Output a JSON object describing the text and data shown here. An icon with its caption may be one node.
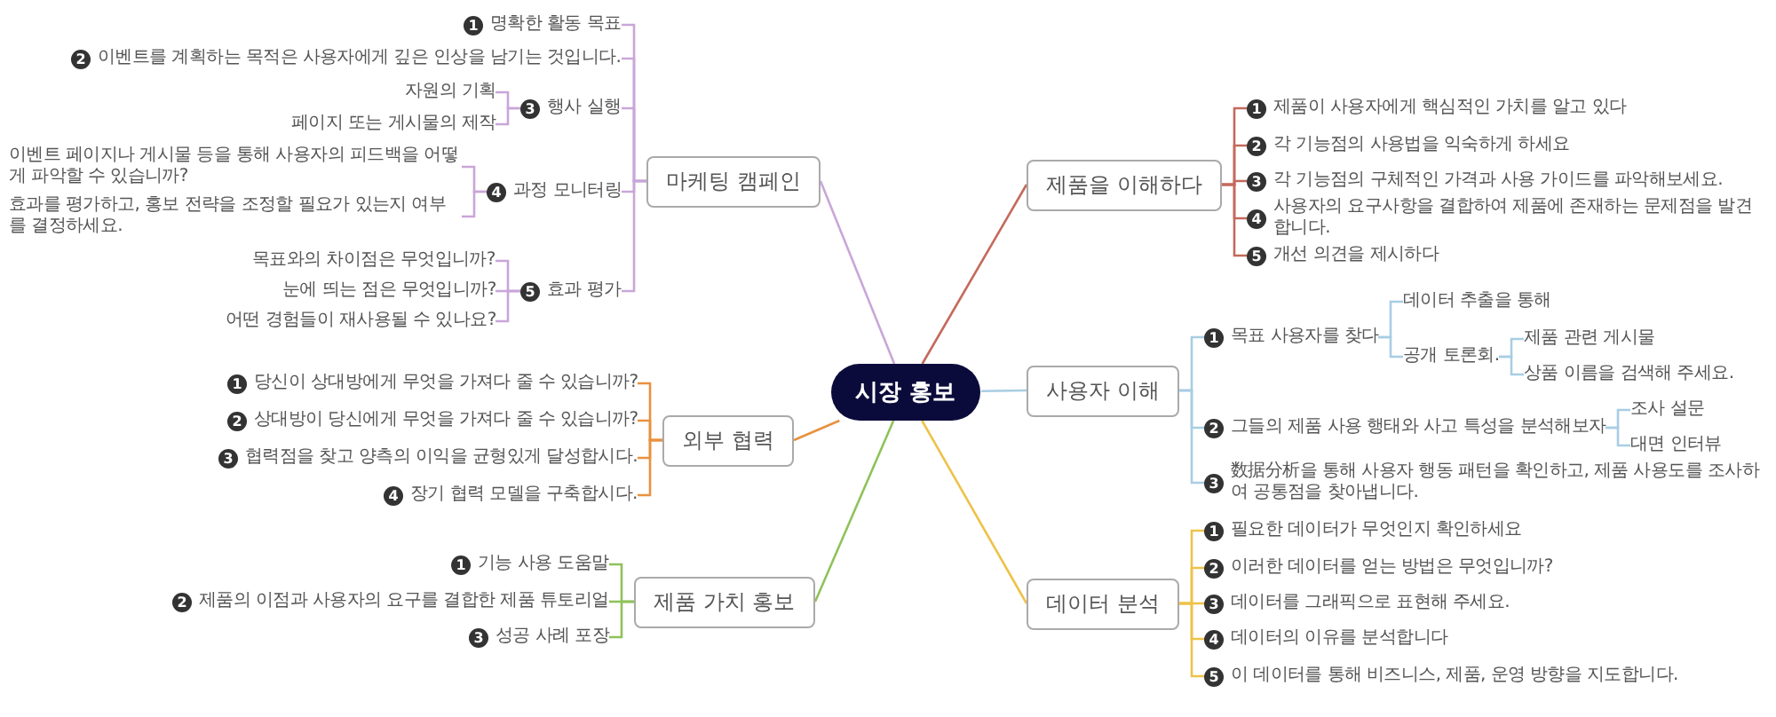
{
  "diagram": {
    "nodes": [
      {
        "text": [
          "시장 홍보"
        ]
      },
      {
        "text": [
          "마케팅 캠페인"
        ]
      },
      {
        "text": [
          "1",
          "명확한 활동 목표"
        ]
      },
      {
        "text": [
          "2",
          "이벤트를 계획하는 목적은 사용자에게 깊은 인상을 남기는 것입니다."
        ]
      },
      {
        "text": [
          "3",
          "행사 실행"
        ]
      },
      {
        "text": [
          "자원의 기획"
        ]
      },
      {
        "text": [
          "페이지 또는 게시물의 제작"
        ]
      },
      {
        "text": [
          "4",
          "과정 모니터링"
        ]
      },
      {
        "text": [
          "이벤트 페이지나 게시물 등을 통해 사용자의 피드백을 어떻게 파악할 수 있습니까?"
        ]
      },
      {
        "text": [
          "효과를 평가하고, 홍보 전략을 조정할 필요가 있는지 여부를 결정하세요."
        ]
      },
      {
        "text": [
          "5",
          "효과 평가"
        ]
      },
      {
        "text": [
          "목표와의 차이점은 무엇입니까?"
        ]
      },
      {
        "text": [
          "눈에 띄는 점은 무엇입니까?"
        ]
      },
      {
        "text": [
          "어떤 경험들이 재사용될 수 있나요?"
        ]
      },
      {
        "text": [
          "외부 협력"
        ]
      },
      {
        "text": [
          "1",
          "당신이 상대방에게 무엇을 가져다 줄 수 있습니까?"
        ]
      },
      {
        "text": [
          "2",
          "상대방이 당신에게 무엇을 가져다 줄 수 있습니까?"
        ]
      },
      {
        "text": [
          "3",
          "협력점을 찾고 양측의 이익을 균형있게 달성합시다."
        ]
      },
      {
        "text": [
          "4",
          "장기 협력 모델을 구축합시다."
        ]
      },
      {
        "text": [
          "제품 가치 홍보"
        ]
      },
      {
        "text": [
          "1",
          "기능 사용 도움말"
        ]
      },
      {
        "text": [
          "2",
          "제품의 이점과 사용자의 요구를 결합한 제품 튜토리얼"
        ]
      },
      {
        "text": [
          "3",
          "성공 사례 포장"
        ]
      },
      {
        "text": [
          "제품을 이해하다"
        ]
      },
      {
        "text": [
          "1",
          "제품이 사용자에게 핵심적인 가치를 알고 있다"
        ]
      },
      {
        "text": [
          "2",
          "각 기능점의 사용법을 익숙하게 하세요"
        ]
      },
      {
        "text": [
          "3",
          "각 기능점의 구체적인 가격과 사용 가이드를 파악해보세요."
        ]
      },
      {
        "text": [
          "4",
          "사용자의 요구사항을 결합하여 제품에 존재하는 문제점을 발견합니다."
        ]
      },
      {
        "text": [
          "5",
          "개선 의견을 제시하다"
        ]
      },
      {
        "text": [
          "사용자 이해"
        ]
      },
      {
        "text": [
          "1",
          "목표 사용자를 찾다"
        ]
      },
      {
        "text": [
          "데이터 추출을 통해"
        ]
      },
      {
        "text": [
          "공개 토론회."
        ]
      },
      {
        "text": [
          "제품 관련 게시물"
        ]
      },
      {
        "text": [
          "상품 이름을 검색해 주세요."
        ]
      },
      {
        "text": [
          "2",
          "그들의 제품 사용 행태와 사고 특성을 분석해보자"
        ]
      },
      {
        "text": [
          "조사 설문"
        ]
      },
      {
        "text": [
          "대면 인터뷰"
        ]
      },
      {
        "text": [
          "3",
          "数据分析을 통해 사용자 행동 패턴을 확인하고, 제품 사용도를 조사하여 공통점을 찾아냅니다."
        ]
      },
      {
        "text": [
          "데이터 분석"
        ]
      },
      {
        "text": [
          "1",
          "필요한 데이터가 무엇인지 확인하세요"
        ]
      },
      {
        "text": [
          "2",
          "이러한 데이터를 얻는 방법은 무엇입니까?"
        ]
      },
      {
        "text": [
          "3",
          "데이터를 그래픽으로 표현해 주세요."
        ]
      },
      {
        "text": [
          "4",
          "데이터의 이유를 분석합니다"
        ]
      },
      {
        "text": [
          "5",
          "이 데이터를 통해 비즈니스, 제품, 운영 방향을 지도합니다."
        ]
      }
    ],
    "edges": [
      {
        "from": 0,
        "to": 1,
        "arrow": "none",
        "color": "#c9a6d9"
      },
      {
        "from": 1,
        "to": 2,
        "arrow": "none",
        "color": "#c9a6d9"
      },
      {
        "from": 1,
        "to": 3,
        "arrow": "none",
        "color": "#c9a6d9"
      },
      {
        "from": 1,
        "to": 4,
        "arrow": "none",
        "color": "#c9a6d9"
      },
      {
        "from": 4,
        "to": 5,
        "arrow": "none",
        "color": "#c9a6d9"
      },
      {
        "from": 4,
        "to": 6,
        "arrow": "none",
        "color": "#c9a6d9"
      },
      {
        "from": 1,
        "to": 7,
        "arrow": "none",
        "color": "#c9a6d9"
      },
      {
        "from": 7,
        "to": 8,
        "arrow": "none",
        "color": "#c9a6d9"
      },
      {
        "from": 7,
        "to": 9,
        "arrow": "none",
        "color": "#c9a6d9"
      },
      {
        "from": 1,
        "to": 10,
        "arrow": "none",
        "color": "#c9a6d9"
      },
      {
        "from": 10,
        "to": 11,
        "arrow": "none",
        "color": "#c9a6d9"
      },
      {
        "from": 10,
        "to": 12,
        "arrow": "none",
        "color": "#c9a6d9"
      },
      {
        "from": 10,
        "to": 13,
        "arrow": "none",
        "color": "#c9a6d9"
      },
      {
        "from": 0,
        "to": 14,
        "arrow": "none",
        "color": "#e8913f"
      },
      {
        "from": 14,
        "to": 15,
        "arrow": "none",
        "color": "#e8913f"
      },
      {
        "from": 14,
        "to": 16,
        "arrow": "none",
        "color": "#e8913f"
      },
      {
        "from": 14,
        "to": 17,
        "arrow": "none",
        "color": "#e8913f"
      },
      {
        "from": 14,
        "to": 18,
        "arrow": "none",
        "color": "#e8913f"
      },
      {
        "from": 0,
        "to": 19,
        "arrow": "none",
        "color": "#8fc25a"
      },
      {
        "from": 19,
        "to": 20,
        "arrow": "none",
        "color": "#8fc25a"
      },
      {
        "from": 19,
        "to": 21,
        "arrow": "none",
        "color": "#8fc25a"
      },
      {
        "from": 19,
        "to": 22,
        "arrow": "none",
        "color": "#8fc25a"
      },
      {
        "from": 0,
        "to": 23,
        "arrow": "none",
        "color": "#c46a5c"
      },
      {
        "from": 23,
        "to": 24,
        "arrow": "none",
        "color": "#c46a5c"
      },
      {
        "from": 23,
        "to": 25,
        "arrow": "none",
        "color": "#c46a5c"
      },
      {
        "from": 23,
        "to": 26,
        "arrow": "none",
        "color": "#c46a5c"
      },
      {
        "from": 23,
        "to": 27,
        "arrow": "none",
        "color": "#c46a5c"
      },
      {
        "from": 23,
        "to": 28,
        "arrow": "none",
        "color": "#c46a5c"
      },
      {
        "from": 0,
        "to": 29,
        "arrow": "none",
        "color": "#a8cde3"
      },
      {
        "from": 29,
        "to": 30,
        "arrow": "none",
        "color": "#a8cde3"
      },
      {
        "from": 30,
        "to": 31,
        "arrow": "none",
        "color": "#a8cde3"
      },
      {
        "from": 30,
        "to": 32,
        "arrow": "none",
        "color": "#a8cde3"
      },
      {
        "from": 32,
        "to": 33,
        "arrow": "none",
        "color": "#a8cde3"
      },
      {
        "from": 32,
        "to": 34,
        "arrow": "none",
        "color": "#a8cde3"
      },
      {
        "from": 29,
        "to": 35,
        "arrow": "none",
        "color": "#a8cde3"
      },
      {
        "from": 35,
        "to": 36,
        "arrow": "none",
        "color": "#a8cde3"
      },
      {
        "from": 35,
        "to": 37,
        "arrow": "none",
        "color": "#a8cde3"
      },
      {
        "from": 29,
        "to": 38,
        "arrow": "none",
        "color": "#a8cde3"
      },
      {
        "from": 0,
        "to": 39,
        "arrow": "none",
        "color": "#eec24a"
      },
      {
        "from": 39,
        "to": 40,
        "arrow": "none",
        "color": "#eec24a"
      },
      {
        "from": 39,
        "to": 41,
        "arrow": "none",
        "color": "#eec24a"
      },
      {
        "from": 39,
        "to": 42,
        "arrow": "none",
        "color": "#eec24a"
      },
      {
        "from": 39,
        "to": 43,
        "arrow": "none",
        "color": "#eec24a"
      },
      {
        "from": 39,
        "to": 44,
        "arrow": "none",
        "color": "#eec24a"
      }
    ]
  }
}
